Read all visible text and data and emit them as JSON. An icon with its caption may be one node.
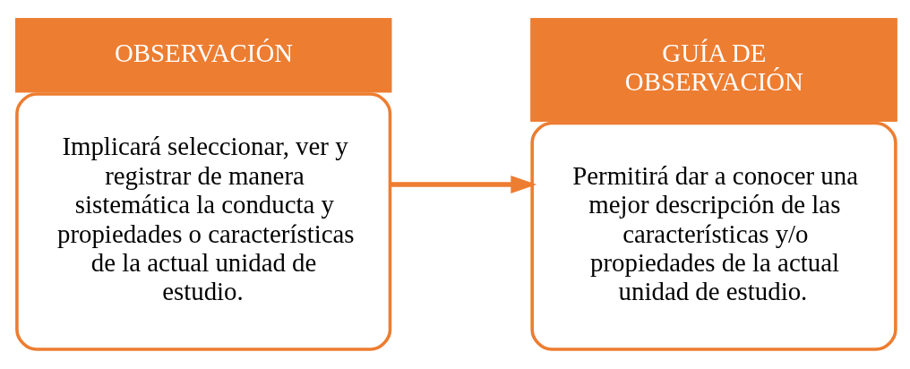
{
  "diagram": {
    "nodes": [
      {
        "text": [
          "OBSERVACIÓN",
          "Implicará seleccionar, ver y registrar de manera sistemática la conducta y propiedades o características de la actual unidad de estudio."
        ]
      },
      {
        "text": [
          "GUÍA DE OBSERVACIÓN",
          "Permitirá dar a conocer una mejor descripción de las características y/o propiedades de la actual unidad de estudio."
        ]
      }
    ],
    "edges": [
      {
        "from": 0,
        "to": 1,
        "arrow": "to"
      }
    ]
  }
}
